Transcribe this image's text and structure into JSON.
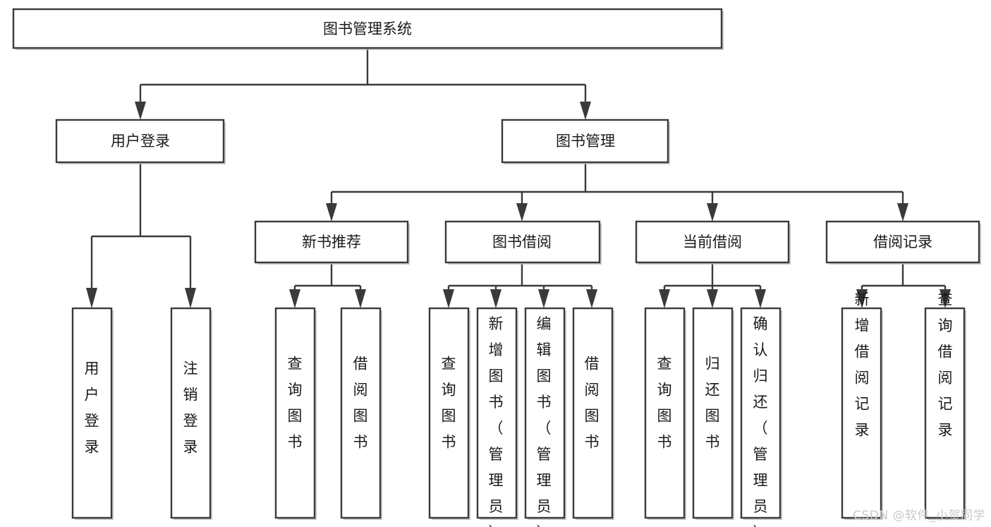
{
  "diagram": {
    "type": "tree-hierarchy",
    "title": "图书管理系统",
    "root": {
      "id": "root",
      "label": "图书管理系统",
      "orientation": "horizontal"
    },
    "level2": [
      {
        "id": "user-login",
        "label": "用户登录",
        "orientation": "horizontal"
      },
      {
        "id": "book-manage",
        "label": "图书管理",
        "orientation": "horizontal"
      }
    ],
    "level3": [
      {
        "id": "new-book-recommend",
        "label": "新书推荐",
        "orientation": "horizontal",
        "parent": "book-manage"
      },
      {
        "id": "book-borrow",
        "label": "图书借阅",
        "orientation": "horizontal",
        "parent": "book-manage"
      },
      {
        "id": "current-borrow",
        "label": "当前借阅",
        "orientation": "horizontal",
        "parent": "book-manage"
      },
      {
        "id": "borrow-record",
        "label": "借阅记录",
        "orientation": "horizontal",
        "parent": "book-manage"
      }
    ],
    "leaves": [
      {
        "id": "leaf-user-login",
        "label": "用户登录",
        "orientation": "vertical",
        "parent": "user-login"
      },
      {
        "id": "leaf-user-logout",
        "label": "注销登录",
        "orientation": "vertical",
        "parent": "user-login"
      },
      {
        "id": "leaf-query-book-1",
        "label": "查询图书",
        "orientation": "vertical",
        "parent": "new-book-recommend"
      },
      {
        "id": "leaf-borrow-book-1",
        "label": "借阅图书",
        "orientation": "vertical",
        "parent": "new-book-recommend"
      },
      {
        "id": "leaf-query-book-2",
        "label": "查询图书",
        "orientation": "vertical",
        "parent": "book-borrow"
      },
      {
        "id": "leaf-add-book",
        "label": "新增图书（管理员）",
        "orientation": "vertical",
        "parent": "book-borrow"
      },
      {
        "id": "leaf-edit-book",
        "label": "编辑图书（管理员）",
        "orientation": "vertical",
        "parent": "book-borrow"
      },
      {
        "id": "leaf-borrow-book-2",
        "label": "借阅图书",
        "orientation": "vertical",
        "parent": "book-borrow"
      },
      {
        "id": "leaf-query-book-3",
        "label": "查询图书",
        "orientation": "vertical",
        "parent": "current-borrow"
      },
      {
        "id": "leaf-return-book",
        "label": "归还图书",
        "orientation": "vertical",
        "parent": "current-borrow"
      },
      {
        "id": "leaf-confirm-return",
        "label": "确认归还（管理员）",
        "orientation": "vertical",
        "parent": "current-borrow"
      },
      {
        "id": "leaf-add-record",
        "label": "新增借阅记录",
        "orientation": "vertical",
        "parent": "borrow-record"
      },
      {
        "id": "leaf-query-record",
        "label": "查询借阅记录",
        "orientation": "vertical",
        "parent": "borrow-record"
      }
    ]
  },
  "watermark": {
    "text": "CSDN @软件_小贺同学"
  },
  "colors": {
    "stroke": "#3a3a3a",
    "fill": "#ffffff",
    "text": "#1a1a1a",
    "watermark": "#c9c9c9",
    "background": "#ffffff"
  }
}
